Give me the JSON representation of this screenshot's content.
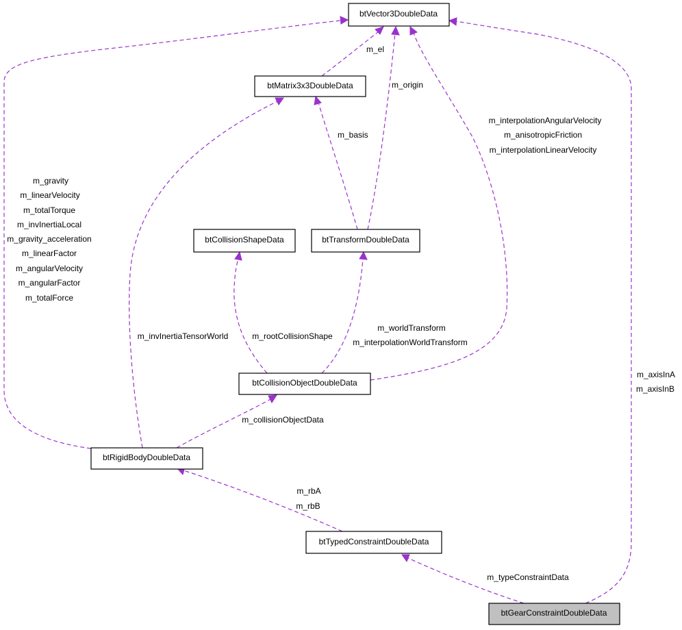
{
  "colors": {
    "edge": "#9a32cd",
    "focus_fill": "#c0c0c0",
    "node_fill": "#ffffff",
    "border": "#000000"
  },
  "nodes": {
    "vector3": "btVector3DoubleData",
    "matrix3x3": "btMatrix3x3DoubleData",
    "collision_shape": "btCollisionShapeData",
    "transform": "btTransformDoubleData",
    "collision_object": "btCollisionObjectDoubleData",
    "rigid_body": "btRigidBodyDoubleData",
    "typed_constraint": "btTypedConstraintDoubleData",
    "gear_constraint": "btGearConstraintDoubleData"
  },
  "labels": {
    "m_el": "m_el",
    "m_origin": "m_origin",
    "m_basis": "m_basis",
    "co_vectors": [
      "m_interpolationAngularVelocity",
      "m_anisotropicFriction",
      "m_interpolationLinearVelocity"
    ],
    "rb_vectors": [
      "m_gravity",
      "m_linearVelocity",
      "m_totalTorque",
      "m_invInertiaLocal",
      "m_gravity_acceleration",
      "m_linearFactor",
      "m_angularVelocity",
      "m_angularFactor",
      "m_totalForce"
    ],
    "inv_inertia": "m_invInertiaTensorWorld",
    "root_shape": "m_rootCollisionShape",
    "co_transforms": [
      "m_worldTransform",
      "m_interpolationWorldTransform"
    ],
    "collision_object_data": "m_collisionObjectData",
    "rb_ab": [
      "m_rbA",
      "m_rbB"
    ],
    "axis": [
      "m_axisInA",
      "m_axisInB"
    ],
    "type_constraint": "m_typeConstraintData"
  }
}
